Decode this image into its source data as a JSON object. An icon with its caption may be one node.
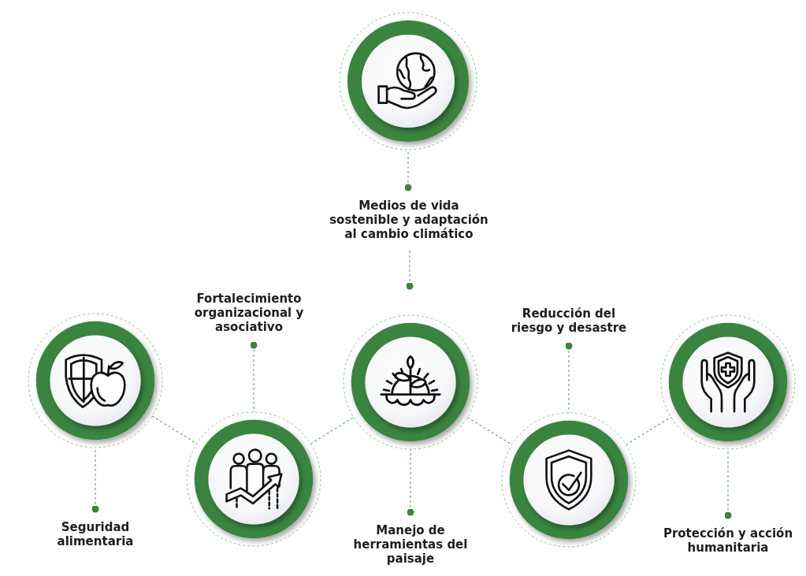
{
  "diagram": {
    "nodes": [
      {
        "text": [],
        "shape": "circle"
      },
      {
        "text": [
          "Medios de vida sostenible y adaptación al cambio climático"
        ]
      },
      {
        "text": [
          "Fortalecimiento organizacional y asociativo"
        ]
      },
      {
        "text": [
          "Reducción del riesgo y desastre"
        ]
      },
      {
        "text": [],
        "shape": "circle"
      },
      {
        "text": [],
        "shape": "circle"
      },
      {
        "text": [],
        "shape": "circle"
      },
      {
        "text": [],
        "shape": "circle"
      },
      {
        "text": [],
        "shape": "circle"
      },
      {
        "text": [
          "Seguridad alimentaria"
        ]
      },
      {
        "text": [
          "Manejo de herramientas del paisaje"
        ]
      },
      {
        "text": [
          "Protección y acción humanitaria"
        ]
      }
    ],
    "edges": [
      {
        "from": 1,
        "to": 0,
        "arrow": "other",
        "style": "dashed"
      },
      {
        "from": null,
        "to": 1,
        "arrow": "other",
        "style": "dashed"
      },
      {
        "from": 2,
        "to": 7,
        "arrow": "other",
        "style": "dashed"
      },
      {
        "from": 3,
        "to": 8,
        "arrow": "other",
        "style": "dashed"
      },
      {
        "from": 4,
        "to": 7,
        "arrow": "none",
        "style": "dashed"
      },
      {
        "from": 7,
        "to": 5,
        "arrow": "none",
        "style": "dashed"
      },
      {
        "from": 5,
        "to": 8,
        "arrow": "none",
        "style": "dashed"
      },
      {
        "from": 8,
        "to": 6,
        "arrow": "none",
        "style": "dashed"
      },
      {
        "from": 9,
        "to": 4,
        "arrow": "other",
        "style": "dashed"
      },
      {
        "from": 10,
        "to": 5,
        "arrow": "other",
        "style": "dashed"
      },
      {
        "from": 11,
        "to": 6,
        "arrow": "other",
        "style": "dashed"
      }
    ]
  }
}
